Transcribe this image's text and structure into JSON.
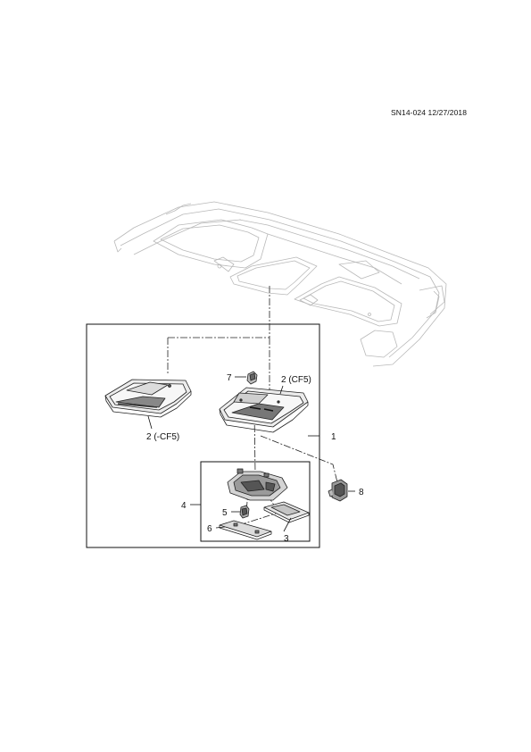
{
  "document": {
    "reference": "SN14-024 12/27/2018"
  },
  "callouts": {
    "c1": "1",
    "c2_cf5": "2 (CF5)",
    "c2_no_cf5": "2 (-CF5)",
    "c3": "3",
    "c4": "4",
    "c5": "5",
    "c6": "6",
    "c7": "7",
    "c8": "8"
  }
}
